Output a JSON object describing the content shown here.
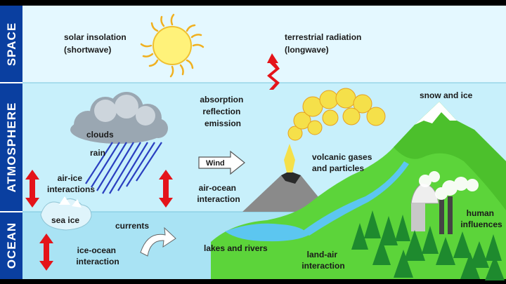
{
  "bands": {
    "space": "SPACE",
    "atmosphere": "ATMOSPHERE",
    "ocean": "OCEAN"
  },
  "labels": {
    "solar": [
      "solar insolation",
      "(shortwave)"
    ],
    "terrestrial": [
      "terrestrial radiation",
      "(longwave)"
    ],
    "absorption": [
      "absorption",
      "reflection",
      "emission"
    ],
    "snow_ice": "snow and ice",
    "clouds": "clouds",
    "rain": "rain",
    "wind": "Wind",
    "volcanic": [
      "volcanic gases",
      "and particles"
    ],
    "air_ice": [
      "air-ice",
      "interactions"
    ],
    "air_ocean": [
      "air-ocean",
      "interaction"
    ],
    "sea_ice": "sea ice",
    "currents": "currents",
    "ice_ocean": [
      "ice-ocean",
      "interaction"
    ],
    "lakes": "lakes and rivers",
    "land_air": [
      "land-air",
      "interaction"
    ],
    "human": [
      "human",
      "influences"
    ]
  },
  "colors": {
    "space_bg": "#e4f8ff",
    "atmos_bg": "#c8f0fb",
    "ocean_bg": "#a9e3f4",
    "band_bar": "#0a3fa0",
    "land": "#5cd43a",
    "arrow_red": "#e4141a",
    "rain_blue": "#2a3fc0",
    "sun": "#fff27a"
  }
}
